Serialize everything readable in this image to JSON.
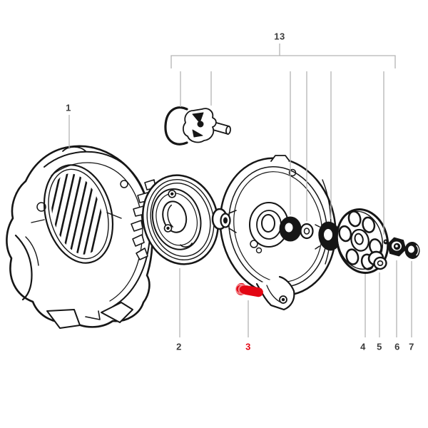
{
  "figure": {
    "colors": {
      "background": "#ffffff",
      "line": "#161616",
      "leader": "#b3b3b3",
      "label": "#3c3c3c",
      "highlight": "#e30613"
    },
    "selected_part": "3",
    "group_callout": {
      "label": "13"
    },
    "callouts": [
      {
        "id": "1",
        "label": "1",
        "selected": false
      },
      {
        "id": "2",
        "label": "2",
        "selected": false
      },
      {
        "id": "3",
        "label": "3",
        "selected": true
      },
      {
        "id": "4",
        "label": "4",
        "selected": false
      },
      {
        "id": "5",
        "label": "5",
        "selected": false
      },
      {
        "id": "6",
        "label": "6",
        "selected": false
      },
      {
        "id": "7",
        "label": "7",
        "selected": false
      }
    ]
  }
}
